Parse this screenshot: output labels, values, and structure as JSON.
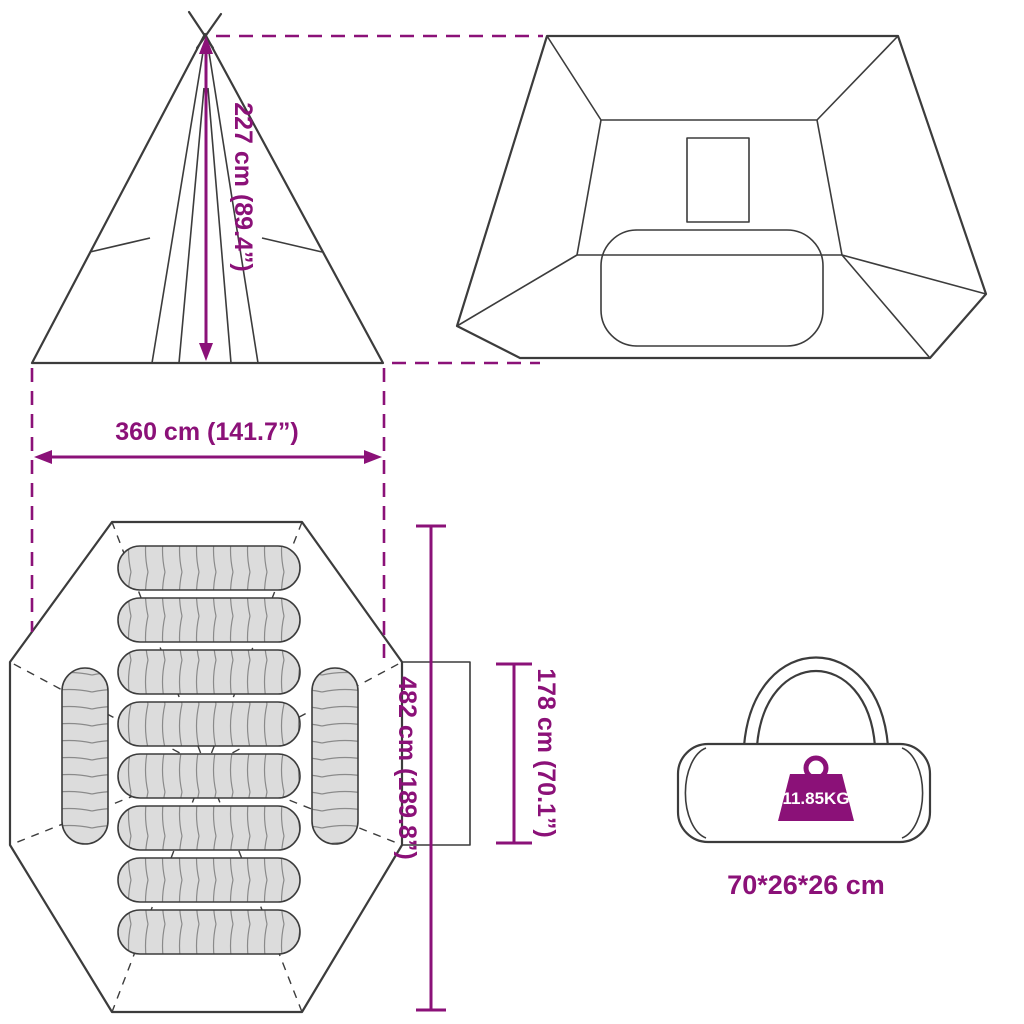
{
  "colors": {
    "accent": "#8B1178",
    "outline": "#3C3C3C",
    "sleeping_bag_fill": "#DCDCDC"
  },
  "dimensions": {
    "tent_height": "227 cm (89.4”)",
    "tent_width": "360 cm (141.7”)",
    "tent_length": "482 cm (189.8”)",
    "door_height": "178 cm (70.1”)"
  },
  "carry_bag": {
    "weight": "11.85KG",
    "size": "70*26*26 cm"
  }
}
